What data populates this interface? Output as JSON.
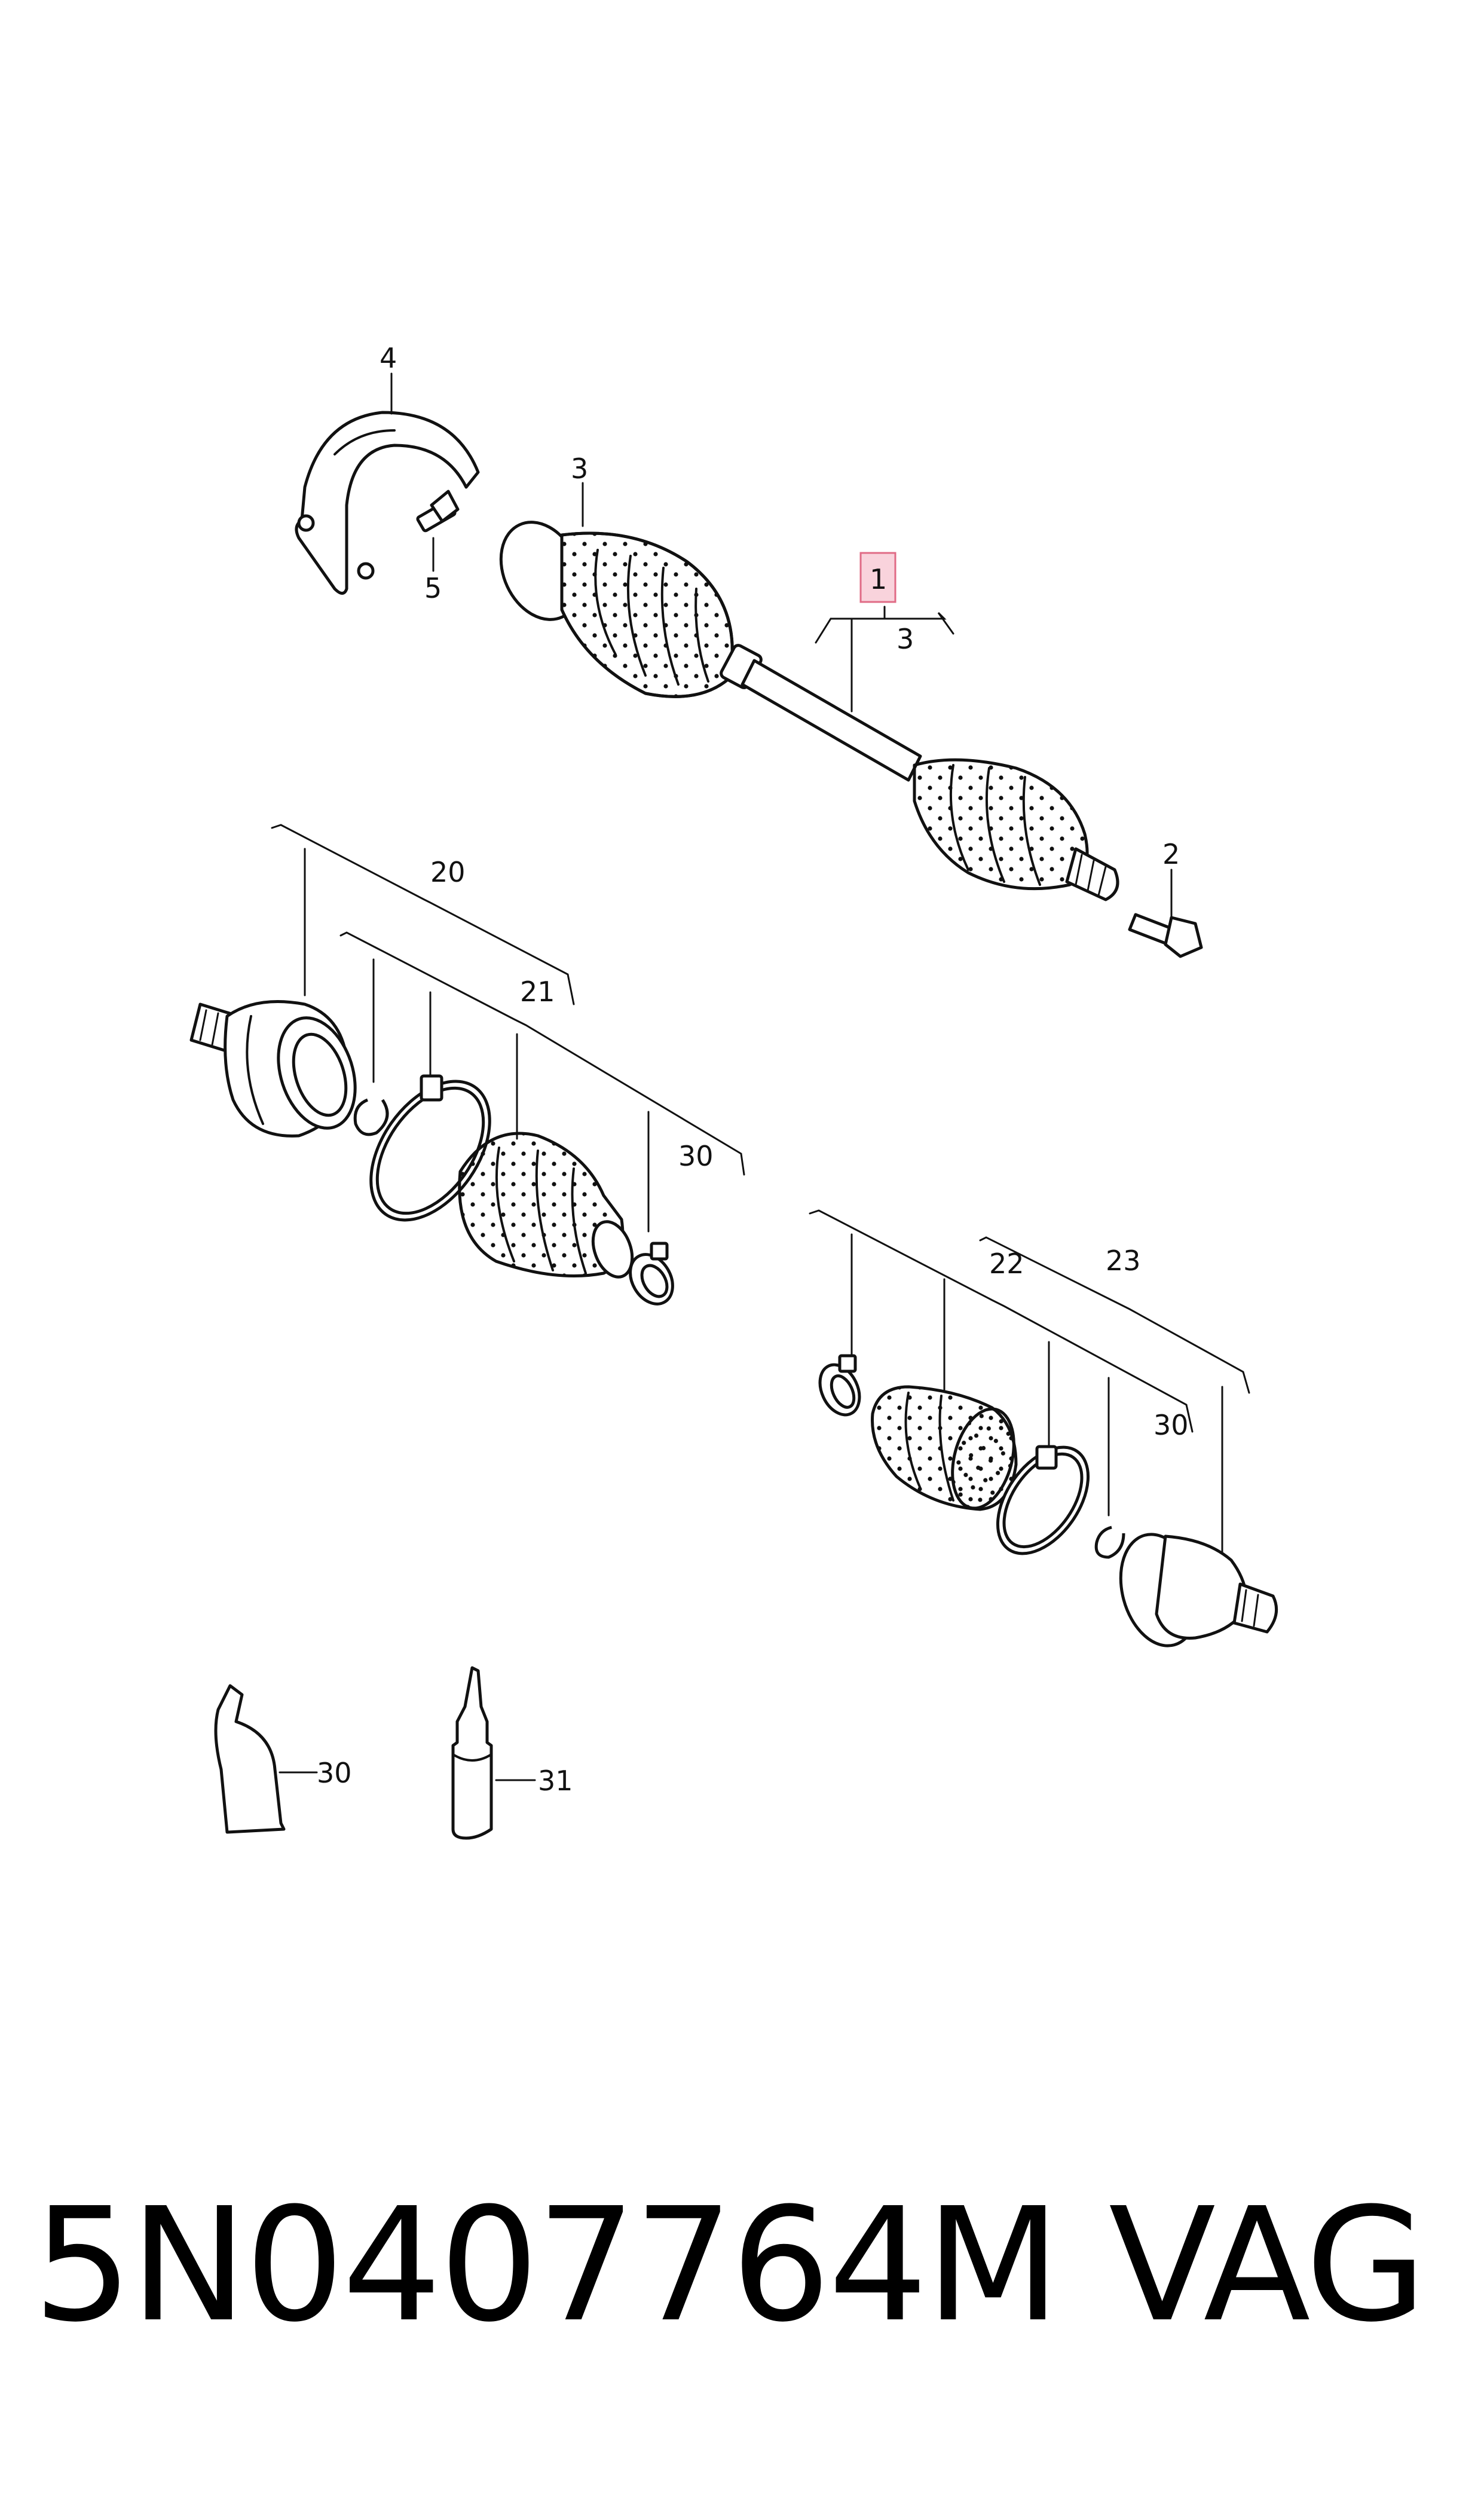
{
  "diagram": {
    "callouts": {
      "c1": "1",
      "c3a": "3",
      "c3b": "3",
      "c4": "4",
      "c5": "5",
      "c2": "2",
      "c20": "20",
      "c21": "21",
      "c30a": "30",
      "c22": "22",
      "c23": "23",
      "c30b": "30",
      "c30c": "30",
      "c31": "31"
    },
    "colors": {
      "line": "#111111",
      "highlight_fill": "#f9d3dc",
      "highlight_stroke": "#e06b86"
    }
  },
  "footer": {
    "part_number": "5N0407764M",
    "brand": "VAG"
  }
}
